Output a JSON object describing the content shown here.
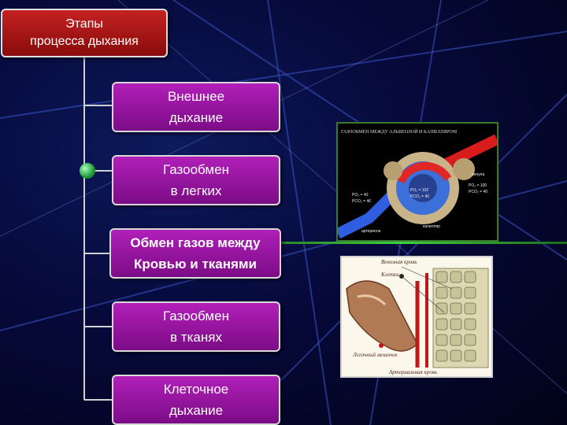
{
  "title": {
    "line1": "Этапы",
    "line2": "процесса дыхания"
  },
  "stages": [
    {
      "line1": "Внешнее",
      "line2": "дыхание"
    },
    {
      "line1": "Газообмен",
      "line2": "в легких"
    },
    {
      "line1": "Обмен газов между",
      "line2": "Кровью и тканями"
    },
    {
      "line1": "Газообмен",
      "line2": "в тканях"
    },
    {
      "line1": "Клеточное",
      "line2": "дыхание"
    }
  ],
  "figure_top": {
    "title": "ГАЗООБМЕН МЕЖДУ АЛЬВЕОЛОЙ И КАПИЛЛЯРОМ",
    "labels": {
      "po2_left": "PO₂ = 40",
      "pco2_left": "PCO₂ = 46",
      "po2_mid": "PO₂ = 102",
      "pco2_mid": "PCO₂ = 40",
      "po2_right": "PO₂ = 100",
      "pco2_right": "PCO₂ = 40",
      "arteriole": "артериола",
      "capillary": "капилляр",
      "venule": "венула"
    }
  },
  "figure_bottom": {
    "labels": {
      "venous_blood": "Венозная кровь",
      "cells": "Клетки",
      "pulmonary_sac": "Легочный мешочек",
      "arterial_blood": "Артериальная кровь"
    }
  },
  "colors": {
    "title_box": "#b11a1a",
    "stage_box": "#9a17a4",
    "connector": "#d0d0d0",
    "divider": "#3dd13d"
  }
}
